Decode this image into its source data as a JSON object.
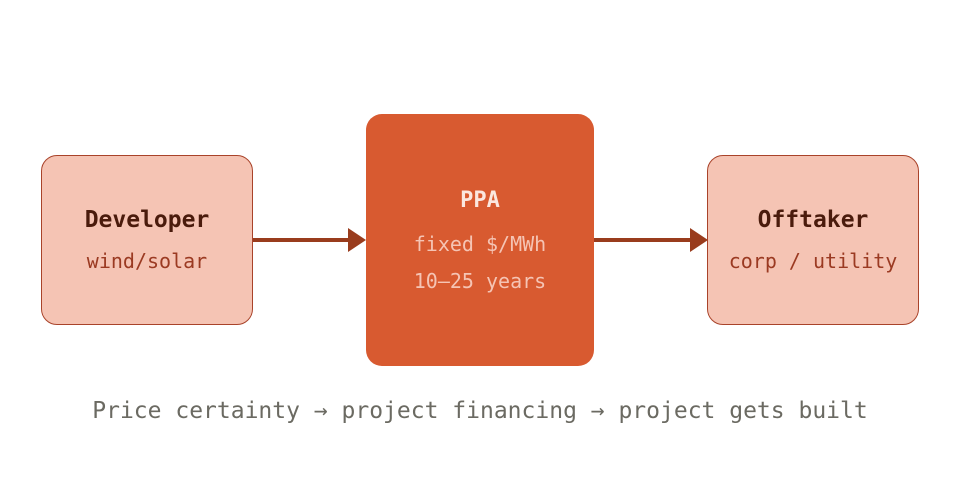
{
  "diagram": {
    "nodes": {
      "developer": {
        "title": "Developer",
        "subtitle": "wind/solar"
      },
      "ppa": {
        "title": "PPA",
        "lines": [
          "fixed $/MWh",
          "10–25 years"
        ]
      },
      "offtaker": {
        "title": "Offtaker",
        "subtitle": "corp / utility"
      }
    },
    "edges": [
      {
        "from": "developer",
        "to": "ppa"
      },
      {
        "from": "ppa",
        "to": "offtaker"
      }
    ],
    "caption": "Price certainty → project financing → project gets built"
  },
  "colors": {
    "side_fill": "#f5c4b4",
    "side_border": "#a9432a",
    "center_fill": "#d85a30",
    "arrow": "#993c1d",
    "caption_text": "#6b6a62"
  }
}
